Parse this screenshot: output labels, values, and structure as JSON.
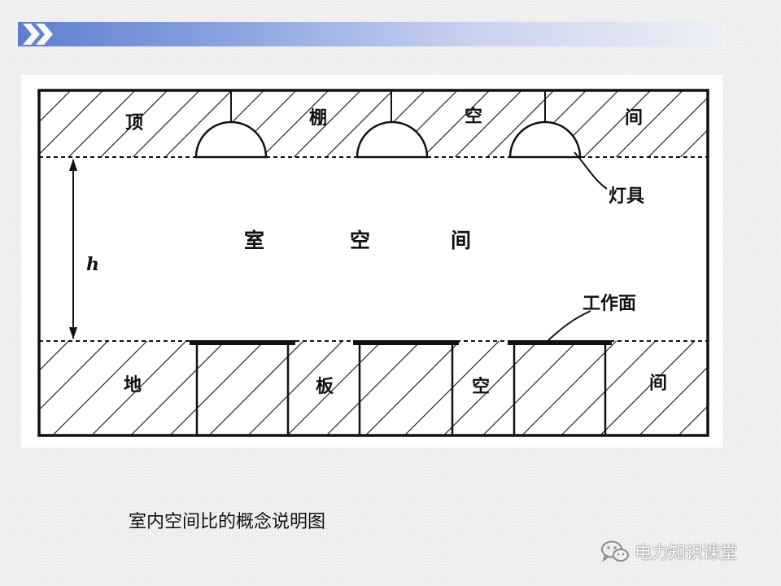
{
  "diagram": {
    "ceiling_labels": [
      "顶",
      "棚",
      "空",
      "间"
    ],
    "room_labels": [
      "室",
      "空",
      "间"
    ],
    "floor_labels": [
      "地",
      "板",
      "空",
      "间"
    ],
    "luminaire_label": "灯具",
    "work_plane_label": "工作面",
    "height_label": "h"
  },
  "caption": "室内空间比的概念说明图",
  "watermark": {
    "text": "电力知识课堂",
    "icon": "wechat-icon"
  },
  "colors": {
    "header_start": "#5e7fd0",
    "header_end": "#eef0f6",
    "line": "#111111"
  }
}
